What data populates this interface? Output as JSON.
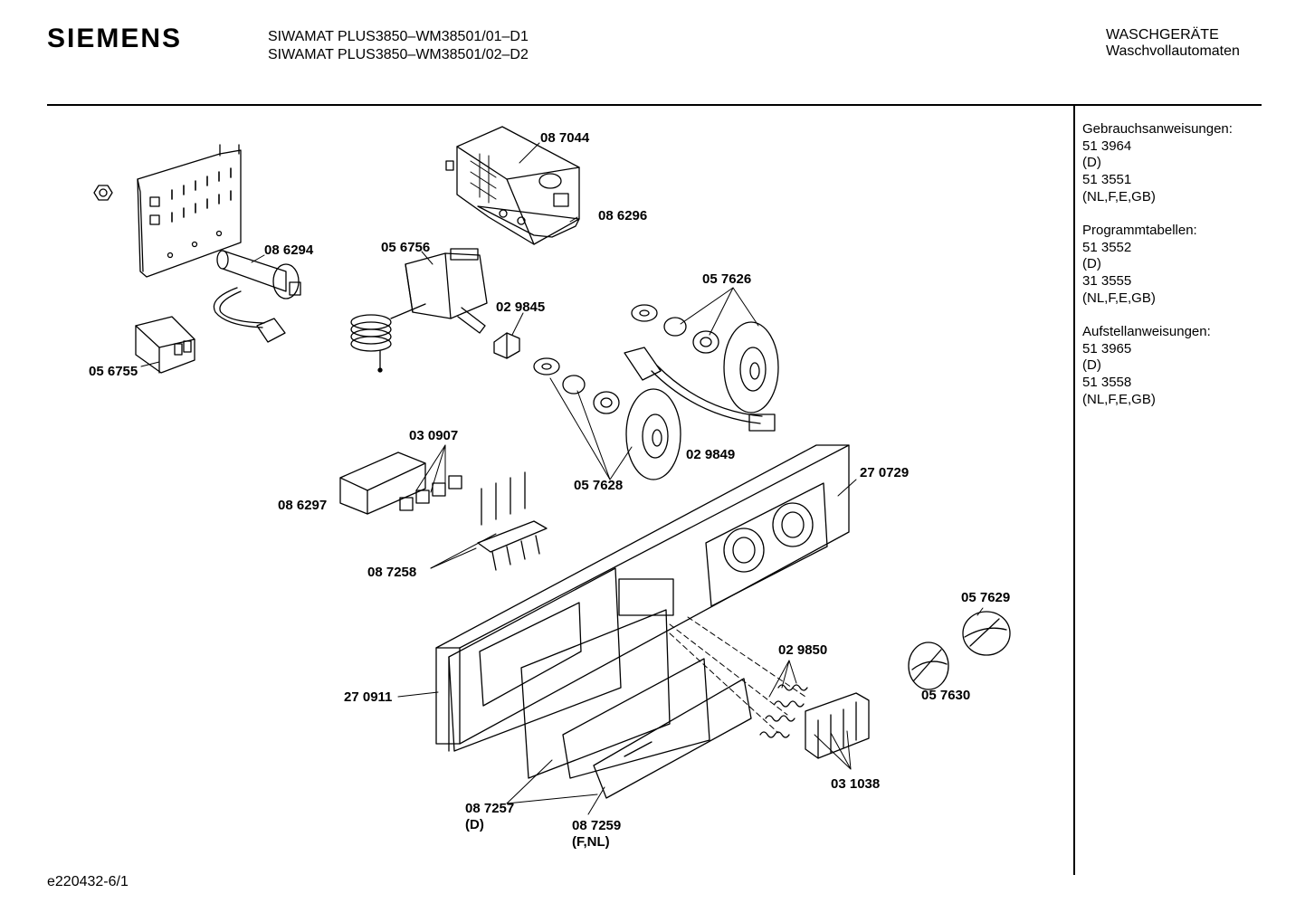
{
  "header": {
    "brand": "SIEMENS",
    "model_line_1": "SIWAMAT PLUS3850–WM38501/01–D1",
    "model_line_2": "SIWAMAT PLUS3850–WM38501/02–D2",
    "category_line_1": "WASCHGERÄTE",
    "category_line_2": "Waschvollautomaten"
  },
  "sidebar": {
    "groups": [
      {
        "title": "Gebrauchsanweisungen:",
        "lines": [
          "51 3964",
          "(D)",
          "51 3551",
          "(NL,F,E,GB)"
        ]
      },
      {
        "title": "Programmtabellen:",
        "lines": [
          "51 3552",
          "(D)",
          "31 3555",
          "(NL,F,E,GB)"
        ]
      },
      {
        "title": "Aufstellanweisungen:",
        "lines": [
          "51 3965",
          "(D)",
          "51 3558",
          "(NL,F,E,GB)"
        ]
      }
    ]
  },
  "parts": [
    {
      "id": "p087044",
      "label": "08 7044"
    },
    {
      "id": "p086296",
      "label": "08 6296"
    },
    {
      "id": "p086294",
      "label": "08 6294"
    },
    {
      "id": "p056756",
      "label": "05 6756"
    },
    {
      "id": "p057626",
      "label": "05 7626"
    },
    {
      "id": "p029845",
      "label": "02 9845"
    },
    {
      "id": "p056755",
      "label": "05 6755"
    },
    {
      "id": "p030907",
      "label": "03 0907"
    },
    {
      "id": "p029849",
      "label": "02 9849"
    },
    {
      "id": "p270729",
      "label": "27 0729"
    },
    {
      "id": "p086297",
      "label": "08 6297"
    },
    {
      "id": "p057628",
      "label": "05 7628"
    },
    {
      "id": "p087258",
      "label": "08 7258"
    },
    {
      "id": "p057629",
      "label": "05 7629"
    },
    {
      "id": "p029850",
      "label": "02 9850"
    },
    {
      "id": "p270911",
      "label": "27 0911"
    },
    {
      "id": "p057630",
      "label": "05 7630"
    },
    {
      "id": "p031038",
      "label": "03 1038"
    },
    {
      "id": "p087257",
      "label": "08 7257"
    },
    {
      "id": "p087257d",
      "label": "(D)"
    },
    {
      "id": "p087259",
      "label": "08 7259"
    },
    {
      "id": "p087259fnl",
      "label": "(F,NL)"
    }
  ],
  "footer": {
    "code": "e220432-6/1"
  }
}
